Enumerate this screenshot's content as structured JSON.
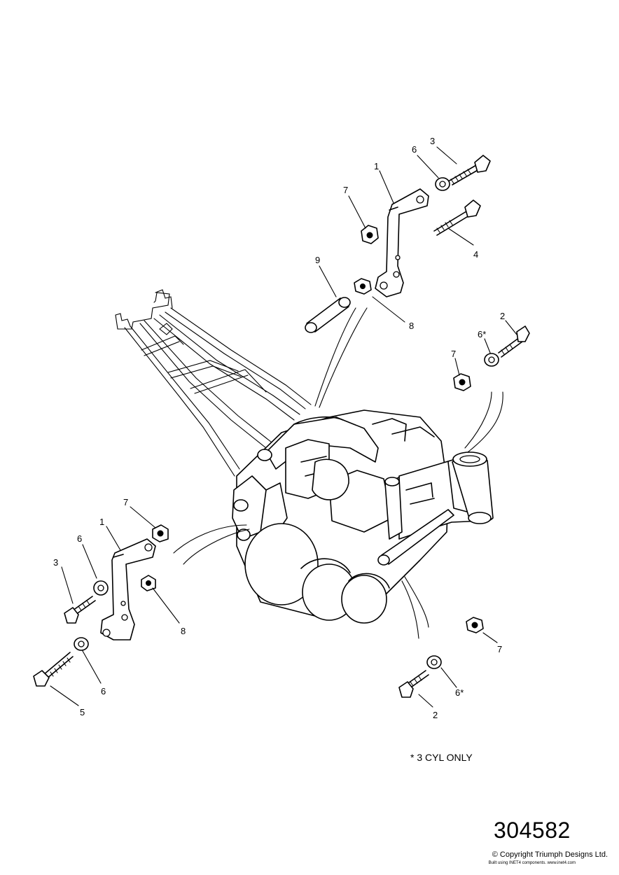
{
  "callouts": {
    "c1a": "1",
    "c3a": "3",
    "c6a": "6",
    "c7a": "7",
    "c4a": "4",
    "c9a": "9",
    "c8a": "8",
    "c2a": "2",
    "c6b": "6*",
    "c7b": "7",
    "c7c": "7",
    "c1b": "1",
    "c6c": "6",
    "c3b": "3",
    "c8b": "8",
    "c6d": "6",
    "c5a": "5",
    "c7d": "7",
    "c6e": "6*",
    "c2b": "2"
  },
  "note": "* 3 CYL ONLY",
  "reference_number": "304582",
  "copyright": "© Copyright Triumph Designs Ltd.",
  "credit": "Built using INET4 components. www.inet4.com"
}
